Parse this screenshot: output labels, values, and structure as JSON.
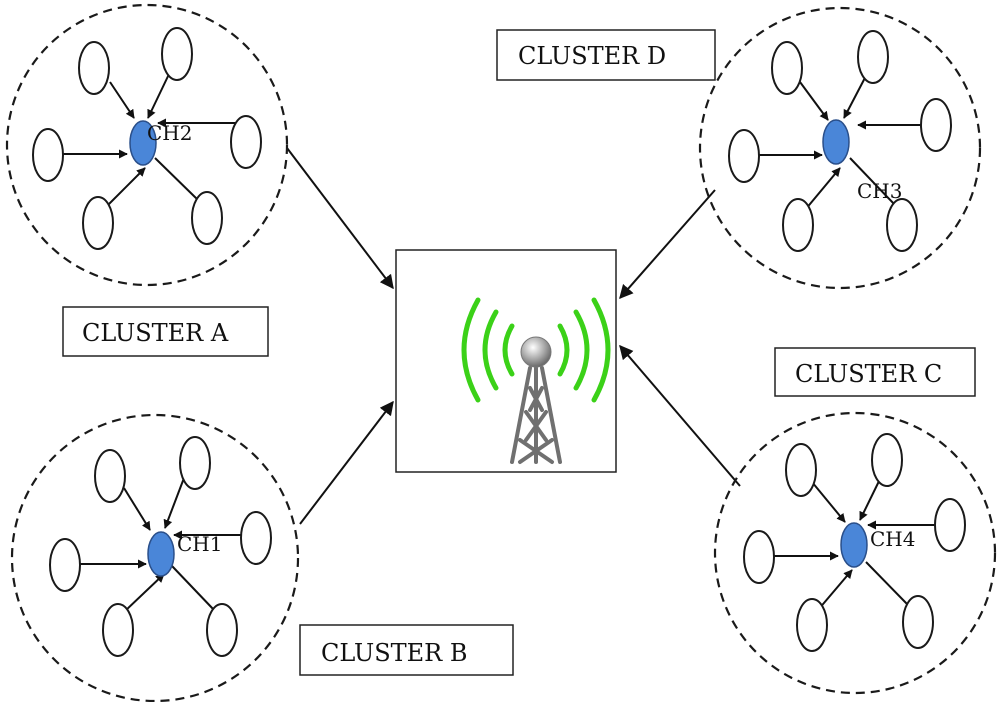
{
  "clusters": {
    "a": {
      "label": "CLUSTER A",
      "head": "CH2"
    },
    "b": {
      "label": "CLUSTER B",
      "head": "CH1"
    },
    "c": {
      "label": "CLUSTER C",
      "head": "CH4"
    },
    "d": {
      "label": "CLUSTER D",
      "head": "CH3"
    }
  },
  "colors": {
    "cluster_head": "#4a86d8",
    "signal_waves": "#3bd118",
    "tower": "#707070"
  },
  "icons": {
    "base_station": "cell-tower-icon"
  }
}
